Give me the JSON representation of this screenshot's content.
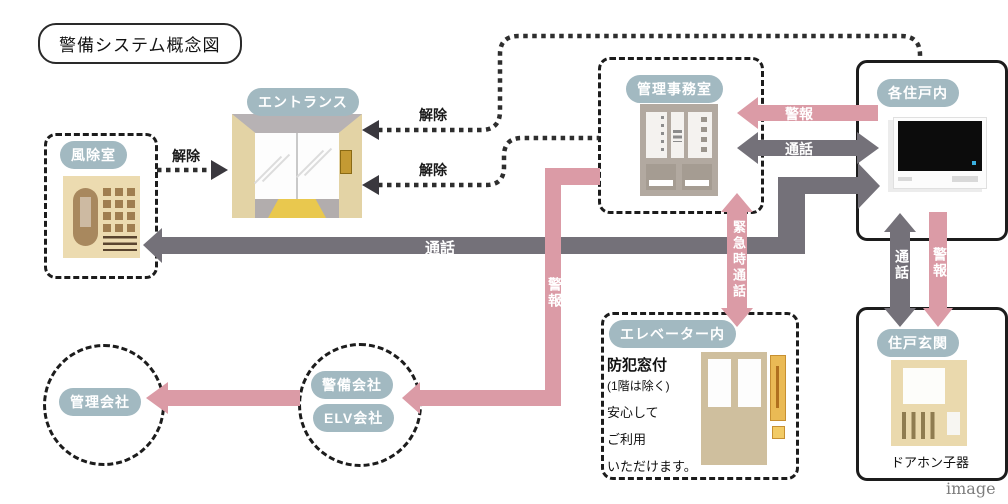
{
  "title": "警備システム概念図",
  "nodes": {
    "windbreak": {
      "label": "風除室"
    },
    "entrance": {
      "label": "エントランス"
    },
    "office": {
      "label": "管理事務室"
    },
    "unit": {
      "label": "各住戸内"
    },
    "elevator": {
      "label": "エレベーター内",
      "note_title": "防犯窓付",
      "note_lines": [
        "(1階は除く)",
        "安心して",
        "ご利用",
        "いただけます。"
      ]
    },
    "unit_entrance": {
      "label": "住戸玄関",
      "caption": "ドアホン子器"
    },
    "mgmt_company": {
      "label": "管理会社"
    },
    "security_company": {
      "label": "警備会社"
    },
    "elv_company": {
      "label": "ELV会社"
    }
  },
  "arrows": {
    "kaijo": "解除",
    "tsuwa": "通話",
    "keiho": "警報",
    "kinkyu": "緊急時通話"
  },
  "colors": {
    "pink": "#db9ba6",
    "gray": "#747179",
    "pill": "#a2b9c1"
  },
  "watermark": "image"
}
